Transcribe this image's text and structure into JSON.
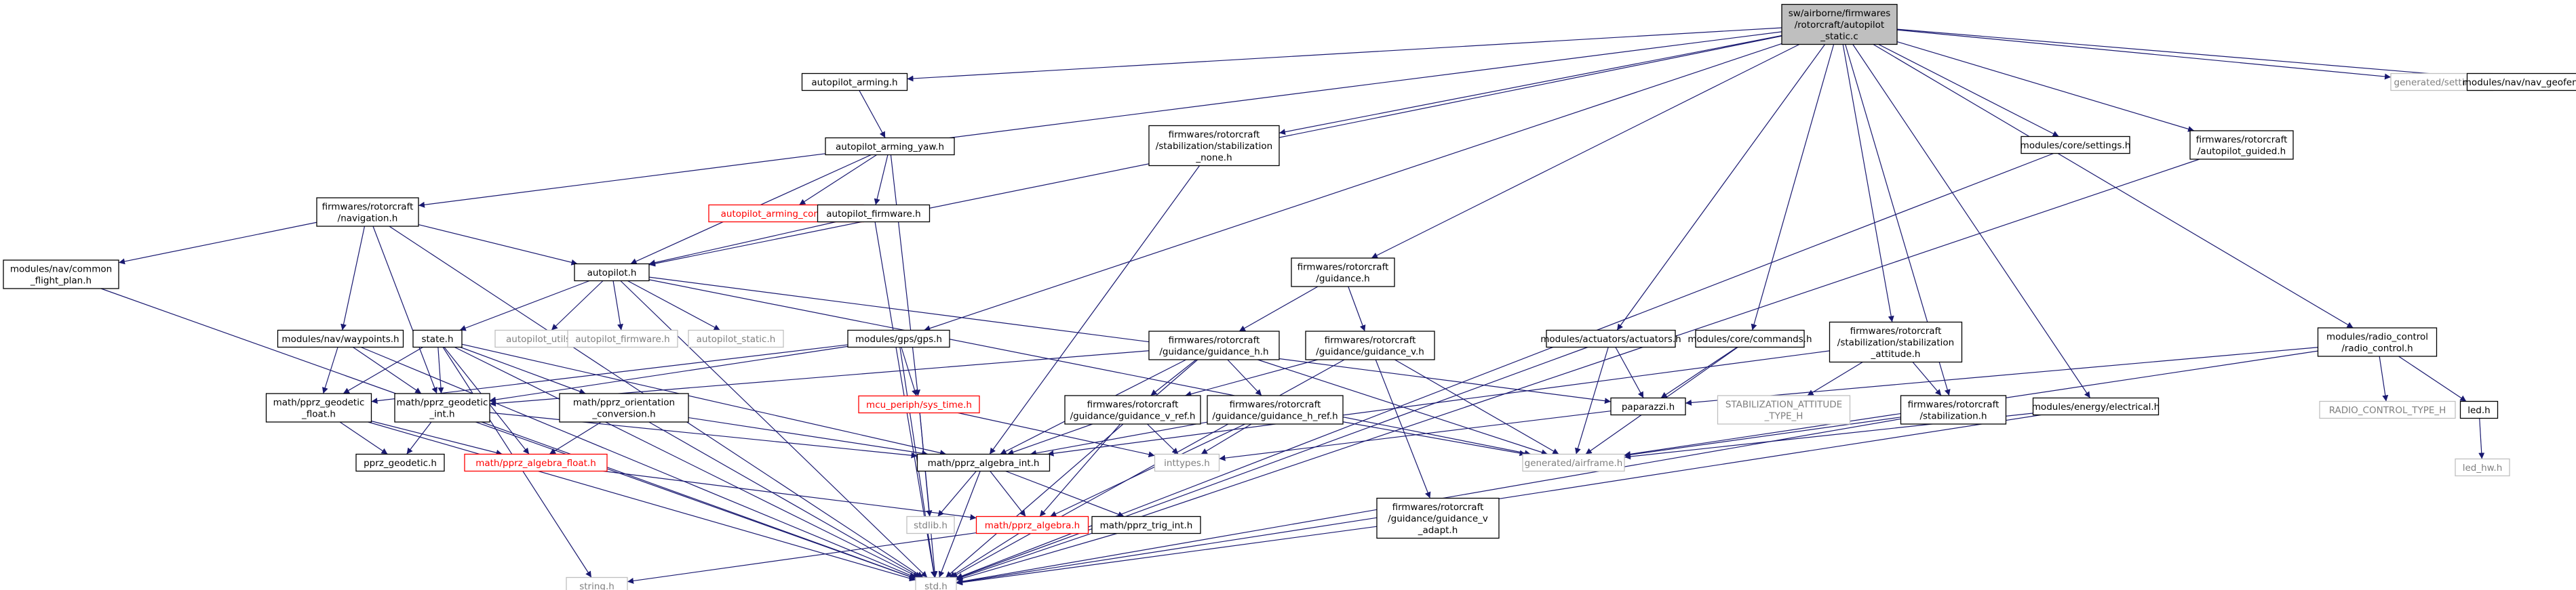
{
  "graph": {
    "nodes": [
      {
        "id": "root",
        "lines": [
          "sw/airborne/firmwares",
          "/rotorcraft/autopilot",
          "_static.c"
        ],
        "kind": "root"
      },
      {
        "id": "autopilot_arming",
        "lines": [
          "autopilot_arming.h"
        ],
        "kind": "default"
      },
      {
        "id": "arming_yaw",
        "lines": [
          "autopilot_arming_yaw.h"
        ],
        "kind": "default"
      },
      {
        "id": "arming_common",
        "lines": [
          "autopilot_arming_common.h"
        ],
        "kind": "missing"
      },
      {
        "id": "ap_firmware_h",
        "lines": [
          "autopilot_firmware.h"
        ],
        "kind": "default"
      },
      {
        "id": "navigation",
        "lines": [
          "firmwares/rotorcraft",
          "/navigation.h"
        ],
        "kind": "default"
      },
      {
        "id": "flight_plan",
        "lines": [
          "modules/nav/common",
          "_flight_plan.h"
        ],
        "kind": "default"
      },
      {
        "id": "autopilot",
        "lines": [
          "autopilot.h"
        ],
        "kind": "default"
      },
      {
        "id": "state",
        "lines": [
          "state.h"
        ],
        "kind": "default"
      },
      {
        "id": "ap_utils",
        "lines": [
          "autopilot_utils.h"
        ],
        "kind": "ext"
      },
      {
        "id": "ap_firmware_ext",
        "lines": [
          "autopilot_firmware.h"
        ],
        "kind": "ext"
      },
      {
        "id": "ap_static",
        "lines": [
          "autopilot_static.h"
        ],
        "kind": "ext"
      },
      {
        "id": "waypoints",
        "lines": [
          "modules/nav/waypoints.h"
        ],
        "kind": "default"
      },
      {
        "id": "geodetic_float",
        "lines": [
          "math/pprz_geodetic",
          "_float.h"
        ],
        "kind": "default"
      },
      {
        "id": "geodetic_int",
        "lines": [
          "math/pprz_geodetic",
          "_int.h"
        ],
        "kind": "default"
      },
      {
        "id": "orientation",
        "lines": [
          "math/pprz_orientation",
          "_conversion.h"
        ],
        "kind": "default"
      },
      {
        "id": "geodetic",
        "lines": [
          "pprz_geodetic.h"
        ],
        "kind": "default"
      },
      {
        "id": "algebra_float",
        "lines": [
          "math/pprz_algebra_float.h"
        ],
        "kind": "missing"
      },
      {
        "id": "algebra_int",
        "lines": [
          "math/pprz_algebra_int.h"
        ],
        "kind": "default"
      },
      {
        "id": "gps",
        "lines": [
          "modules/gps/gps.h"
        ],
        "kind": "default"
      },
      {
        "id": "sys_time",
        "lines": [
          "mcu_periph/sys_time.h"
        ],
        "kind": "missing"
      },
      {
        "id": "stdlib",
        "lines": [
          "stdlib.h"
        ],
        "kind": "ext"
      },
      {
        "id": "algebra",
        "lines": [
          "math/pprz_algebra.h"
        ],
        "kind": "missing"
      },
      {
        "id": "trig_int",
        "lines": [
          "math/pprz_trig_int.h"
        ],
        "kind": "default"
      },
      {
        "id": "string",
        "lines": [
          "string.h"
        ],
        "kind": "ext"
      },
      {
        "id": "std",
        "lines": [
          "std.h"
        ],
        "kind": "ext"
      },
      {
        "id": "stab_none",
        "lines": [
          "firmwares/rotorcraft",
          "/stabilization/stabilization",
          "_none.h"
        ],
        "kind": "default"
      },
      {
        "id": "guidance",
        "lines": [
          "firmwares/rotorcraft",
          "/guidance.h"
        ],
        "kind": "default"
      },
      {
        "id": "guidance_h",
        "lines": [
          "firmwares/rotorcraft",
          "/guidance/guidance_h.h"
        ],
        "kind": "default"
      },
      {
        "id": "guidance_v",
        "lines": [
          "firmwares/rotorcraft",
          "/guidance/guidance_v.h"
        ],
        "kind": "default"
      },
      {
        "id": "guidance_v_ref",
        "lines": [
          "firmwares/rotorcraft",
          "/guidance/guidance_v_ref.h"
        ],
        "kind": "default"
      },
      {
        "id": "guidance_h_ref",
        "lines": [
          "firmwares/rotorcraft",
          "/guidance/guidance_h_ref.h"
        ],
        "kind": "default"
      },
      {
        "id": "guidance_v_adapt",
        "lines": [
          "firmwares/rotorcraft",
          "/guidance/guidance_v",
          "_adapt.h"
        ],
        "kind": "default"
      },
      {
        "id": "inttypes",
        "lines": [
          "inttypes.h"
        ],
        "kind": "ext"
      },
      {
        "id": "airframe",
        "lines": [
          "generated/airframe.h"
        ],
        "kind": "ext"
      },
      {
        "id": "actuators",
        "lines": [
          "modules/actuators/actuators.h"
        ],
        "kind": "default"
      },
      {
        "id": "paparazzi",
        "lines": [
          "paparazzi.h"
        ],
        "kind": "default"
      },
      {
        "id": "commands",
        "lines": [
          "modules/core/commands.h"
        ],
        "kind": "default"
      },
      {
        "id": "stab_attitude",
        "lines": [
          "firmwares/rotorcraft",
          "/stabilization/stabilization",
          "_attitude.h"
        ],
        "kind": "default"
      },
      {
        "id": "stab_att_type",
        "lines": [
          "STABILIZATION_ATTITUDE",
          "_TYPE_H"
        ],
        "kind": "ext"
      },
      {
        "id": "stabilization",
        "lines": [
          "firmwares/rotorcraft",
          "/stabilization.h"
        ],
        "kind": "default"
      },
      {
        "id": "electrical",
        "lines": [
          "modules/energy/electrical.h"
        ],
        "kind": "default"
      },
      {
        "id": "settings",
        "lines": [
          "modules/core/settings.h"
        ],
        "kind": "default"
      },
      {
        "id": "ap_guided",
        "lines": [
          "firmwares/rotorcraft",
          "/autopilot_guided.h"
        ],
        "kind": "default"
      },
      {
        "id": "gen_settings",
        "lines": [
          "generated/settings.h"
        ],
        "kind": "ext"
      },
      {
        "id": "geofence",
        "lines": [
          "modules/nav/nav_geofence.h"
        ],
        "kind": "default"
      },
      {
        "id": "radio_control",
        "lines": [
          "modules/radio_control",
          "/radio_control.h"
        ],
        "kind": "default"
      },
      {
        "id": "radio_type",
        "lines": [
          "RADIO_CONTROL_TYPE_H"
        ],
        "kind": "ext"
      },
      {
        "id": "led",
        "lines": [
          "led.h"
        ],
        "kind": "default"
      },
      {
        "id": "led_hw",
        "lines": [
          "led_hw.h"
        ],
        "kind": "ext"
      }
    ],
    "edges": [
      [
        "root",
        "autopilot_arming"
      ],
      [
        "root",
        "navigation"
      ],
      [
        "root",
        "autopilot"
      ],
      [
        "root",
        "gps"
      ],
      [
        "root",
        "stab_none"
      ],
      [
        "root",
        "guidance"
      ],
      [
        "root",
        "actuators"
      ],
      [
        "root",
        "commands"
      ],
      [
        "root",
        "stab_attitude"
      ],
      [
        "root",
        "stabilization"
      ],
      [
        "root",
        "electrical"
      ],
      [
        "root",
        "settings"
      ],
      [
        "root",
        "ap_guided"
      ],
      [
        "root",
        "gen_settings"
      ],
      [
        "root",
        "geofence"
      ],
      [
        "root",
        "radio_control"
      ],
      [
        "autopilot_arming",
        "arming_yaw"
      ],
      [
        "arming_yaw",
        "arming_common"
      ],
      [
        "arming_yaw",
        "ap_firmware_h"
      ],
      [
        "arming_yaw",
        "autopilot"
      ],
      [
        "arming_yaw",
        "sys_time"
      ],
      [
        "ap_firmware_h",
        "autopilot"
      ],
      [
        "ap_firmware_h",
        "std"
      ],
      [
        "navigation",
        "flight_plan"
      ],
      [
        "navigation",
        "autopilot"
      ],
      [
        "navigation",
        "waypoints"
      ],
      [
        "navigation",
        "geodetic_int"
      ],
      [
        "navigation",
        "std"
      ],
      [
        "flight_plan",
        "std"
      ],
      [
        "autopilot",
        "std"
      ],
      [
        "autopilot",
        "state"
      ],
      [
        "autopilot",
        "ap_utils"
      ],
      [
        "autopilot",
        "ap_firmware_ext"
      ],
      [
        "autopilot",
        "ap_static"
      ],
      [
        "autopilot",
        "airframe"
      ],
      [
        "autopilot",
        "paparazzi"
      ],
      [
        "state",
        "std"
      ],
      [
        "state",
        "geodetic_float"
      ],
      [
        "state",
        "geodetic_int"
      ],
      [
        "state",
        "orientation"
      ],
      [
        "state",
        "algebra_float"
      ],
      [
        "state",
        "algebra_int"
      ],
      [
        "state",
        "string"
      ],
      [
        "waypoints",
        "geodetic_float"
      ],
      [
        "waypoints",
        "geodetic_int"
      ],
      [
        "waypoints",
        "std"
      ],
      [
        "geodetic_float",
        "geodetic"
      ],
      [
        "geodetic_float",
        "algebra_float"
      ],
      [
        "geodetic_float",
        "std"
      ],
      [
        "geodetic_int",
        "geodetic"
      ],
      [
        "geodetic_int",
        "algebra_int"
      ],
      [
        "geodetic_int",
        "std"
      ],
      [
        "orientation",
        "algebra_float"
      ],
      [
        "orientation",
        "algebra_int"
      ],
      [
        "orientation",
        "std"
      ],
      [
        "algebra_float",
        "algebra"
      ],
      [
        "algebra_int",
        "std"
      ],
      [
        "algebra_int",
        "stdlib"
      ],
      [
        "algebra_int",
        "algebra"
      ],
      [
        "algebra_int",
        "trig_int"
      ],
      [
        "algebra",
        "string"
      ],
      [
        "algebra",
        "std"
      ],
      [
        "trig_int",
        "std"
      ],
      [
        "gps",
        "std"
      ],
      [
        "gps",
        "geodetic_int"
      ],
      [
        "gps",
        "geodetic_float"
      ],
      [
        "gps",
        "sys_time"
      ],
      [
        "sys_time",
        "inttypes"
      ],
      [
        "sys_time",
        "stdlib"
      ],
      [
        "sys_time",
        "std"
      ],
      [
        "stab_none",
        "algebra_int"
      ],
      [
        "guidance",
        "guidance_h"
      ],
      [
        "guidance",
        "guidance_v"
      ],
      [
        "guidance_h",
        "geodetic_int"
      ],
      [
        "guidance_h",
        "algebra_int"
      ],
      [
        "guidance_h",
        "guidance_v_ref"
      ],
      [
        "guidance_h",
        "guidance_h_ref"
      ],
      [
        "guidance_h",
        "airframe"
      ],
      [
        "guidance_h",
        "std"
      ],
      [
        "guidance_v",
        "guidance_v_ref"
      ],
      [
        "guidance_v",
        "guidance_v_adapt"
      ],
      [
        "guidance_v",
        "airframe"
      ],
      [
        "guidance_v",
        "std"
      ],
      [
        "guidance_v_ref",
        "algebra_int"
      ],
      [
        "guidance_v_ref",
        "algebra"
      ],
      [
        "guidance_v_ref",
        "inttypes"
      ],
      [
        "guidance_h_ref",
        "algebra_int"
      ],
      [
        "guidance_h_ref",
        "inttypes"
      ],
      [
        "guidance_h_ref",
        "airframe"
      ],
      [
        "guidance_h_ref",
        "algebra"
      ],
      [
        "guidance_v_adapt",
        "std"
      ],
      [
        "actuators",
        "paparazzi"
      ],
      [
        "actuators",
        "airframe"
      ],
      [
        "actuators",
        "std"
      ],
      [
        "paparazzi",
        "inttypes"
      ],
      [
        "commands",
        "paparazzi"
      ],
      [
        "commands",
        "airframe"
      ],
      [
        "stab_attitude",
        "stab_att_type"
      ],
      [
        "stab_attitude",
        "stabilization"
      ],
      [
        "stab_attitude",
        "algebra_int"
      ],
      [
        "stabilization",
        "airframe"
      ],
      [
        "stabilization",
        "std"
      ],
      [
        "electrical",
        "airframe"
      ],
      [
        "electrical",
        "std"
      ],
      [
        "settings",
        "std"
      ],
      [
        "ap_guided",
        "std"
      ],
      [
        "radio_control",
        "paparazzi"
      ],
      [
        "radio_control",
        "airframe"
      ],
      [
        "radio_control",
        "radio_type"
      ],
      [
        "radio_control",
        "led"
      ],
      [
        "led",
        "led_hw"
      ]
    ]
  }
}
